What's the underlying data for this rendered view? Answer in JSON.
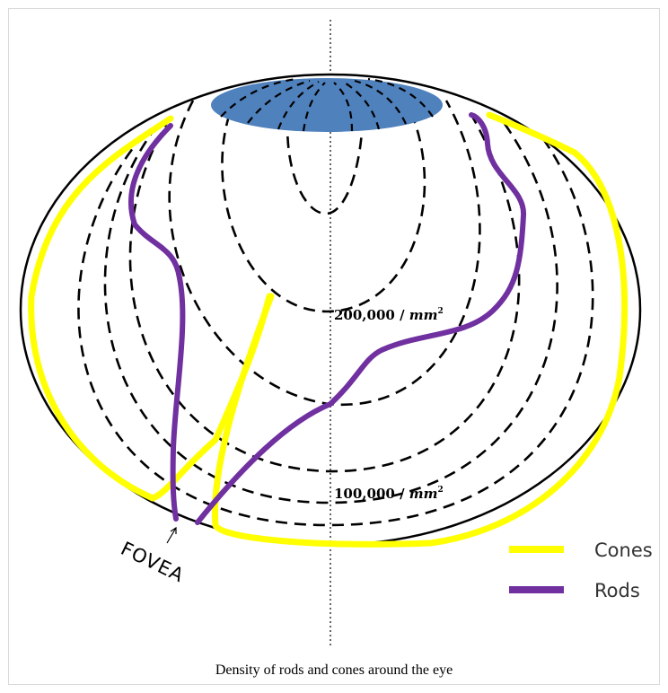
{
  "diagram": {
    "isodensity_labels": [
      {
        "number": "200,000 / ",
        "unit": "mm",
        "sup": "2"
      },
      {
        "number": "100,000 / ",
        "unit": "mm",
        "sup": "2"
      }
    ],
    "fovea_label": "FOVEA",
    "legend": [
      {
        "label": "Cones",
        "color": "#FFFF00"
      },
      {
        "label": "Rods",
        "color": "#7030A0"
      }
    ],
    "colors": {
      "optic_disc": "#4F81BD",
      "cones": "#FFFF00",
      "rods": "#7030A0",
      "isodensity": "#000000"
    }
  },
  "caption": "Density of rods and cones around the eye"
}
